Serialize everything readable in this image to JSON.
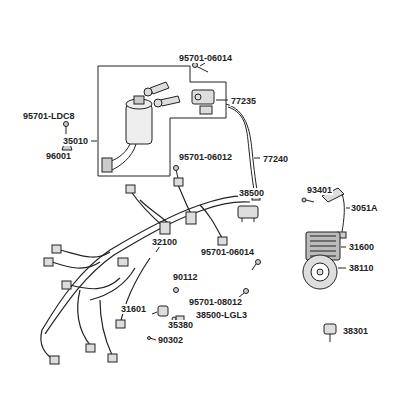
{
  "diagram": {
    "labels": [
      "95701-06014",
      "77235",
      "95701-LDC8",
      "35010",
      "96001",
      "95701-06012",
      "77240",
      "93401",
      "38500",
      "3051A",
      "31600",
      "32100",
      "95701-06014",
      "90112",
      "38110",
      "95701-08012",
      "31601",
      "38500-LGL3",
      "35380",
      "38301",
      "90302"
    ]
  }
}
